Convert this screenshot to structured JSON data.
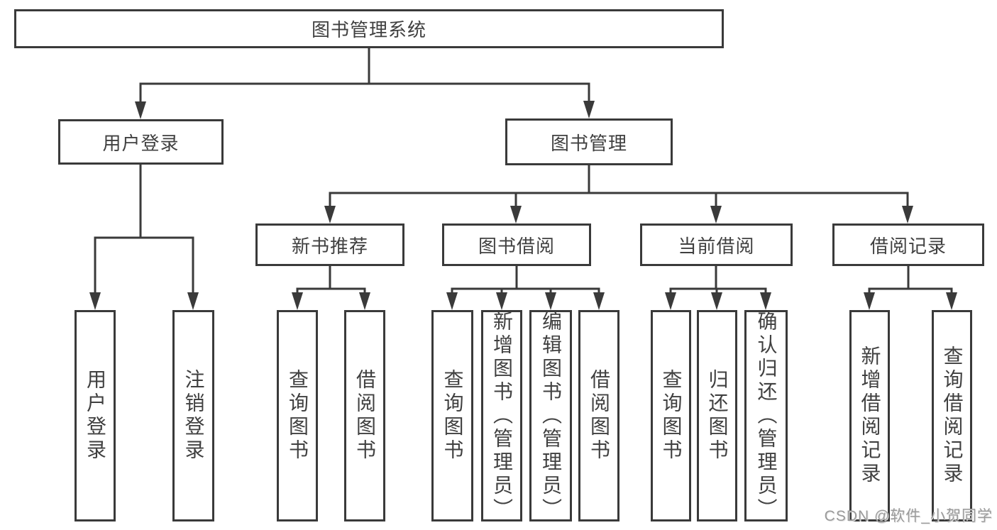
{
  "tree": {
    "label": "图书管理系统",
    "children": [
      {
        "label": "用户登录",
        "children": [
          {
            "label": "用户登录"
          },
          {
            "label": "注销登录"
          }
        ]
      },
      {
        "label": "图书管理",
        "children": [
          {
            "label": "新书推荐",
            "children": [
              {
                "label": "查询图书"
              },
              {
                "label": "借阅图书"
              }
            ]
          },
          {
            "label": "图书借阅",
            "children": [
              {
                "label": "查询图书"
              },
              {
                "label": "新增图书（管理员）"
              },
              {
                "label": "编辑图书（管理员）"
              },
              {
                "label": "借阅图书"
              }
            ]
          },
          {
            "label": "当前借阅",
            "children": [
              {
                "label": "查询图书"
              },
              {
                "label": "归还图书"
              },
              {
                "label": "确认归还（管理员）"
              }
            ]
          },
          {
            "label": "借阅记录",
            "children": [
              {
                "label": "新增借阅记录"
              },
              {
                "label": "查询借阅记录"
              }
            ]
          }
        ]
      }
    ]
  },
  "watermark": {
    "text": "CSDN @软件_小贺同学"
  },
  "colors": {
    "line": "#3a3a3a",
    "box_border": "#3a3a3a",
    "text": "#404040",
    "watermark": "#9b9b9b",
    "background": "#ffffff"
  }
}
